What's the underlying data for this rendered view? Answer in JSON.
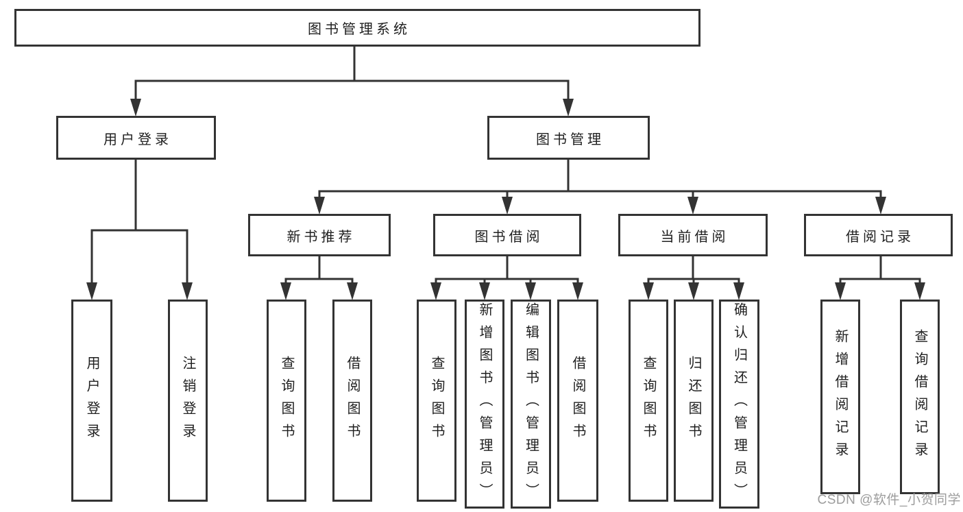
{
  "diagram_title": "图书管理系统",
  "tree": {
    "root": {
      "label": "图书管理系统"
    },
    "branches": [
      {
        "label": "用户登录",
        "children": [
          {
            "label": "用户登录"
          },
          {
            "label": "注销登录"
          }
        ]
      },
      {
        "label": "图书管理",
        "children": [
          {
            "label": "新书推荐",
            "children": [
              {
                "label": "查询图书"
              },
              {
                "label": "借阅图书"
              }
            ]
          },
          {
            "label": "图书借阅",
            "children": [
              {
                "label": "查询图书"
              },
              {
                "label": "新增图书（管理员）"
              },
              {
                "label": "编辑图书（管理员）"
              },
              {
                "label": "借阅图书"
              }
            ]
          },
          {
            "label": "当前借阅",
            "children": [
              {
                "label": "查询图书"
              },
              {
                "label": "归还图书"
              },
              {
                "label": "确认归还（管理员）"
              }
            ]
          },
          {
            "label": "借阅记录",
            "children": [
              {
                "label": "新增借阅记录"
              },
              {
                "label": "查询借阅记录"
              }
            ]
          }
        ]
      }
    ]
  },
  "watermark": "CSDN @软件_小贺同学",
  "colors": {
    "line": "#333333",
    "box_border": "#333333",
    "text": "#1f1f1f",
    "watermark": "#9c9c9c",
    "background": "#ffffff"
  }
}
